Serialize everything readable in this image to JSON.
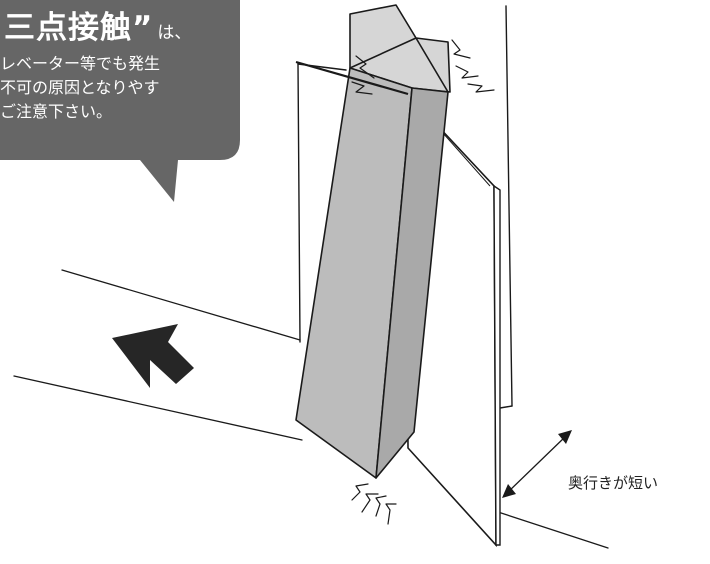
{
  "bubble": {
    "title": "三点接触”",
    "title_suffix": "は、",
    "lines": [
      "レベーター等でも発生",
      "不可の原因となりやす",
      "ご注意下さい。"
    ]
  },
  "depth_label": "奥行きが短い",
  "colors": {
    "bubble": "#666666",
    "box_front": "#bcbcbc",
    "box_side": "#a9a9a9",
    "box_top": "#d6d6d6",
    "arrow": "#262626",
    "line": "#1a1a1a"
  }
}
